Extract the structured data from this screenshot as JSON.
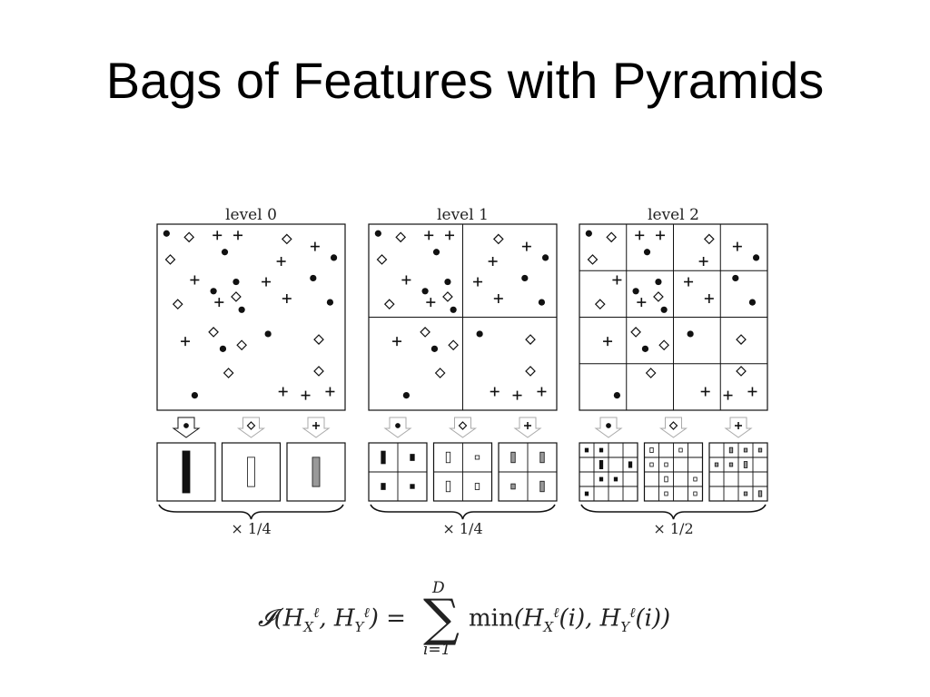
{
  "slide": {
    "title": "Bags of Features with Pyramids"
  },
  "diagram": {
    "levels": [
      {
        "label": "level 0",
        "weight": "× 1/4",
        "grid": 1
      },
      {
        "label": "level 1",
        "weight": "× 1/4",
        "grid": 2
      },
      {
        "label": "level 2",
        "weight": "× 1/2",
        "grid": 4
      }
    ],
    "features": [
      "circle",
      "diamond",
      "plus"
    ],
    "points": [
      {
        "t": "circle",
        "x": 0.05,
        "y": 0.05
      },
      {
        "t": "diamond",
        "x": 0.17,
        "y": 0.07
      },
      {
        "t": "plus",
        "x": 0.32,
        "y": 0.06
      },
      {
        "t": "plus",
        "x": 0.43,
        "y": 0.06
      },
      {
        "t": "diamond",
        "x": 0.69,
        "y": 0.08
      },
      {
        "t": "plus",
        "x": 0.84,
        "y": 0.12
      },
      {
        "t": "circle",
        "x": 0.94,
        "y": 0.18
      },
      {
        "t": "circle",
        "x": 0.36,
        "y": 0.15
      },
      {
        "t": "diamond",
        "x": 0.07,
        "y": 0.19
      },
      {
        "t": "plus",
        "x": 0.66,
        "y": 0.2
      },
      {
        "t": "plus",
        "x": 0.2,
        "y": 0.3
      },
      {
        "t": "circle",
        "x": 0.42,
        "y": 0.31
      },
      {
        "t": "circle",
        "x": 0.3,
        "y": 0.36
      },
      {
        "t": "plus",
        "x": 0.58,
        "y": 0.31
      },
      {
        "t": "circle",
        "x": 0.83,
        "y": 0.29
      },
      {
        "t": "diamond",
        "x": 0.42,
        "y": 0.39
      },
      {
        "t": "plus",
        "x": 0.33,
        "y": 0.42
      },
      {
        "t": "circle",
        "x": 0.45,
        "y": 0.46
      },
      {
        "t": "diamond",
        "x": 0.11,
        "y": 0.43
      },
      {
        "t": "plus",
        "x": 0.69,
        "y": 0.4
      },
      {
        "t": "circle",
        "x": 0.92,
        "y": 0.42
      },
      {
        "t": "diamond",
        "x": 0.3,
        "y": 0.58
      },
      {
        "t": "circle",
        "x": 0.59,
        "y": 0.59
      },
      {
        "t": "plus",
        "x": 0.15,
        "y": 0.63
      },
      {
        "t": "circle",
        "x": 0.35,
        "y": 0.67
      },
      {
        "t": "diamond",
        "x": 0.45,
        "y": 0.65
      },
      {
        "t": "diamond",
        "x": 0.86,
        "y": 0.62
      },
      {
        "t": "diamond",
        "x": 0.38,
        "y": 0.8
      },
      {
        "t": "diamond",
        "x": 0.86,
        "y": 0.79
      },
      {
        "t": "circle",
        "x": 0.2,
        "y": 0.92
      },
      {
        "t": "plus",
        "x": 0.67,
        "y": 0.9
      },
      {
        "t": "plus",
        "x": 0.79,
        "y": 0.92
      },
      {
        "t": "plus",
        "x": 0.92,
        "y": 0.9
      }
    ],
    "histograms": [
      [
        {
          "circle": [
            1.0
          ],
          "diamond": [
            0.7
          ],
          "plus": [
            0.7
          ]
        }
      ],
      [
        {
          "circle": [
            0.6,
            0.3,
            0.3,
            0.2
          ],
          "diamond": [
            0.5,
            0.15,
            0.5,
            0.3
          ],
          "plus": [
            0.5,
            0.5,
            0.25,
            0.5
          ]
        }
      ],
      [
        {
          "circle": [
            0.15,
            0.15,
            0,
            0,
            0,
            0.8,
            0,
            0.55,
            0,
            0.2,
            0.2,
            0,
            0.15,
            0,
            0,
            0
          ],
          "diamond": [
            0.45,
            0,
            0.15,
            0,
            0.15,
            0.15,
            0,
            0,
            0,
            0.5,
            0,
            0.15,
            0,
            0.15,
            0,
            0.15
          ],
          "plus": [
            0,
            0.5,
            0.15,
            0.15,
            0.15,
            0.15,
            0.6,
            0,
            0,
            0,
            0,
            0,
            0,
            0,
            0.15,
            0.55
          ]
        }
      ]
    ]
  },
  "formula": {
    "lhs": "𝓘(H",
    "rhs_text": "min"
  },
  "colors": {
    "ink": "#111111",
    "diamond_fill": "#ffffff",
    "plus_bar": "#999999"
  }
}
